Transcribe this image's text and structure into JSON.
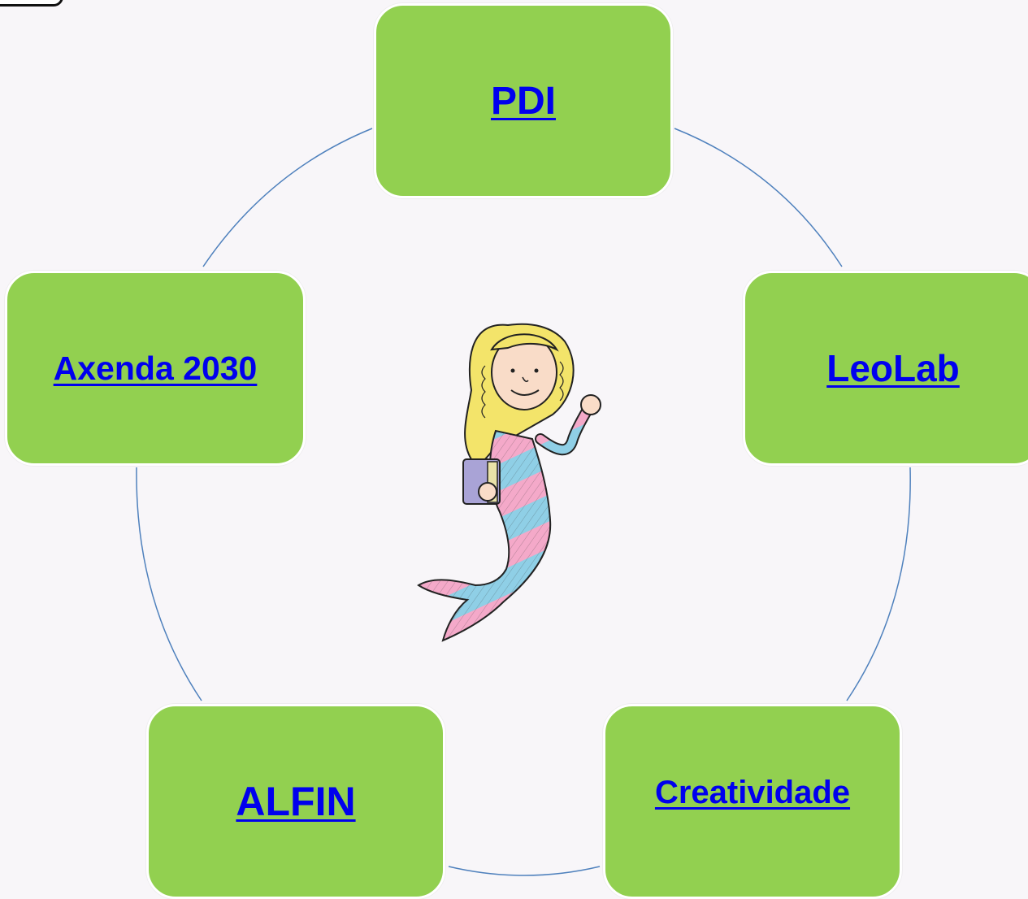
{
  "diagram": {
    "nodes": [
      {
        "id": "pdi",
        "label": "PDI"
      },
      {
        "id": "leolab",
        "label": "LeoLab"
      },
      {
        "id": "creatividade",
        "label": "Creatividade"
      },
      {
        "id": "alfin",
        "label": "ALFIN"
      },
      {
        "id": "axenda",
        "label": "Axenda 2030"
      }
    ],
    "center_image": "mermaid-illustration"
  },
  "colors": {
    "background": "#f8f6f9",
    "node_fill": "#92d050",
    "link_text": "#0000ee",
    "connector": "#4f81bd"
  }
}
